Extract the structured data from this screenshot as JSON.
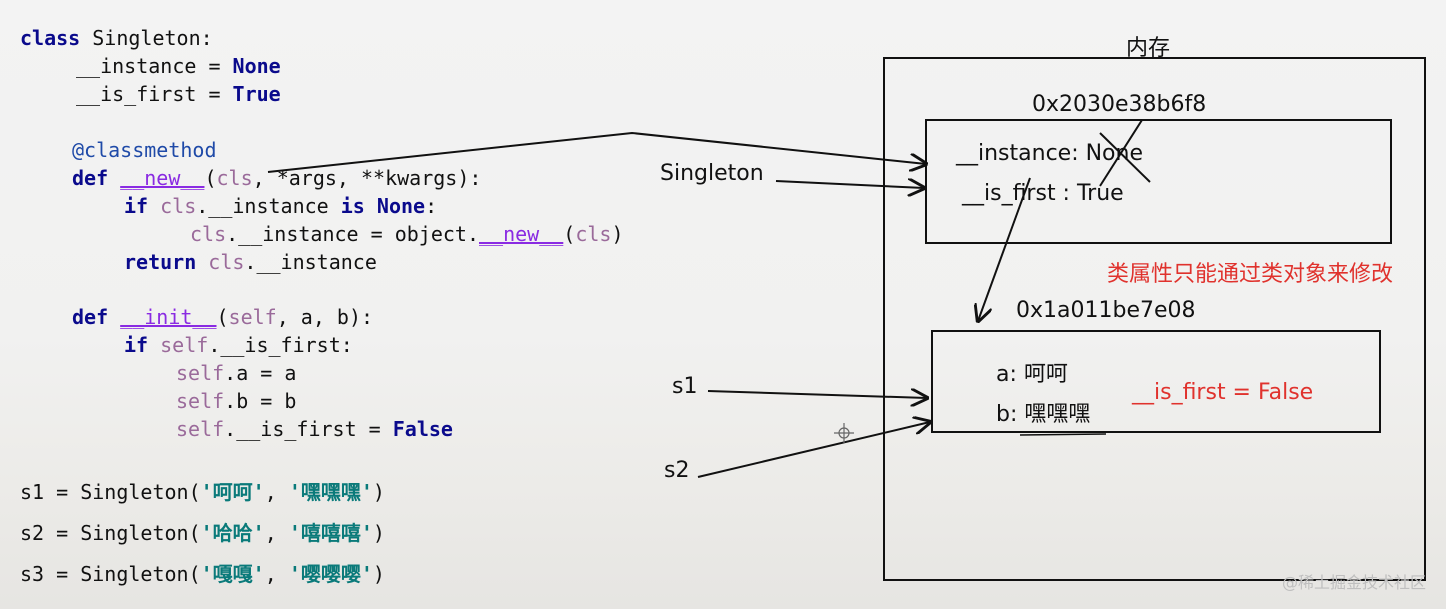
{
  "code": {
    "l1": [
      "class",
      " Singleton:"
    ],
    "l2": [
      "__instance = ",
      "None"
    ],
    "l3": [
      "__is_first = ",
      "True"
    ],
    "l5": "@classmethod",
    "l6": [
      "def",
      "__new__",
      "(",
      "cls",
      ", *args, **kwargs):"
    ],
    "l7": [
      "if",
      "cls",
      ".__instance ",
      "is",
      "None",
      ":"
    ],
    "l8": [
      "cls",
      ".__instance = object.",
      "__new__",
      "(",
      "cls",
      ")"
    ],
    "l9": [
      "return",
      "cls",
      ".__instance"
    ],
    "l11": [
      "def",
      "__init__",
      "(",
      "self",
      ", a, b):"
    ],
    "l12": [
      "if",
      "self",
      ".__is_first:"
    ],
    "l13": [
      "self",
      ".a = a"
    ],
    "l14": [
      "self",
      ".b = b"
    ],
    "l15": [
      "self",
      ".__is_first = ",
      "False"
    ],
    "s1": [
      "s1 = Singleton(",
      "'呵呵'",
      ", ",
      "'嘿嘿嘿'",
      ")"
    ],
    "s2": [
      "s2 = Singleton(",
      "'哈哈'",
      ", ",
      "'嘻嘻嘻'",
      ")"
    ],
    "s3": [
      "s3 = Singleton(",
      "'嘎嘎'",
      ", ",
      "'嘤嘤嘤'",
      ")"
    ]
  },
  "diagram": {
    "memory_label": "内存",
    "class_addr": "0x2030e38b6f8",
    "class_attr1": "__instance: None",
    "class_attr2": "__is_first : True",
    "note": "类属性只能通过类对象来修改",
    "obj_addr": "0x1a011be7e08",
    "obj_attr_a_key": "a:",
    "obj_attr_a_val": "呵呵",
    "obj_attr_b_key": "b:",
    "obj_attr_b_val": "嘿嘿嘿",
    "obj_note": "__is_first = False",
    "label_singleton": "Singleton",
    "label_s1": "s1",
    "label_s2": "s2"
  },
  "watermark": "@稀土掘金技术社区",
  "colors": {
    "keyword": "#0a0a8c",
    "dunder": "#8a2be2",
    "self_cls": "#9a6a9a",
    "string": "#0a7a7a",
    "note_red": "#e0322d"
  }
}
